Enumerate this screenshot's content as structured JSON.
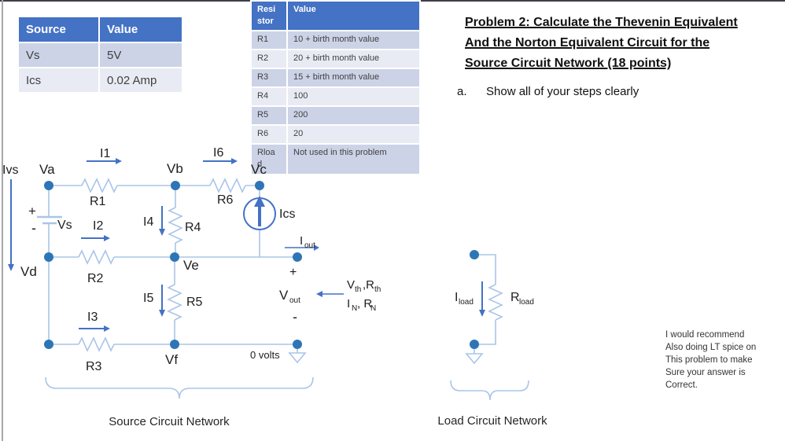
{
  "colors": {
    "accent_blue": "#4472c4",
    "wire_blue": "#a9c5e8",
    "node_blue": "#2e75b6",
    "band_dark": "#ccd3e7",
    "band_light": "#e9ebf4",
    "table_header_text": "#ffffff",
    "table_body_text": "#404040"
  },
  "source_table": {
    "headers": [
      "Source",
      "Value"
    ],
    "rows": [
      [
        "Vs",
        "5V"
      ],
      [
        "Ics",
        "0.02 Amp"
      ]
    ]
  },
  "resistor_table": {
    "headers": [
      "Resistor",
      "Value"
    ],
    "rows": [
      [
        "R1",
        "10 + birth month value"
      ],
      [
        "R2",
        "20 + birth month value"
      ],
      [
        "R3",
        "15 + birth month value"
      ],
      [
        "R4",
        "100"
      ],
      [
        "R5",
        "200"
      ],
      [
        "R6",
        "20"
      ],
      [
        "Rload",
        "Not used in this problem"
      ]
    ]
  },
  "problem": {
    "title_line1": "Problem 2: Calculate the Thevenin Equivalent",
    "title_line2": "And the Norton Equivalent Circuit for the",
    "title_line3": "Source Circuit Network (18 points)",
    "step_marker": "a.",
    "step_text": "Show all of your steps clearly"
  },
  "note": {
    "line1": "I would recommend",
    "line2": "Also doing LT spice on",
    "line3": "This problem to make",
    "line4": "Sure your answer is",
    "line5": "Correct."
  },
  "circuit": {
    "va": "Va",
    "vb": "Vb",
    "vc": "Vc",
    "vd": "Vd",
    "ve": "Ve",
    "vf": "Vf",
    "i1": "I1",
    "i2": "I2",
    "i3": "I3",
    "i4": "I4",
    "i5": "I5",
    "i6": "I6",
    "r1": "R1",
    "r2": "R2",
    "r3": "R3",
    "r4": "R4",
    "r5": "R5",
    "r6": "R6",
    "ivs": "Ivs",
    "vs": "Vs",
    "vs_plus": "+",
    "vs_minus": "-",
    "ics": "Ics",
    "iout_main": "I",
    "iout_sub": "out",
    "vout_plus": "+",
    "vout_main": "V",
    "vout_sub": "out",
    "vout_minus": "-",
    "zero_volts": "0 volts",
    "th1_a": "V",
    "th1_s1": "th",
    "th1_b": ",R",
    "th1_s2": "th",
    "th2_a": "I",
    "th2_s1": "N",
    "th2_b": ", R",
    "th2_s2": "N",
    "iload_main": "I",
    "iload_sub": "load",
    "rload_main": "R",
    "rload_sub": "load"
  },
  "captions": {
    "source": "Source Circuit Network",
    "load": "Load Circuit Network"
  }
}
